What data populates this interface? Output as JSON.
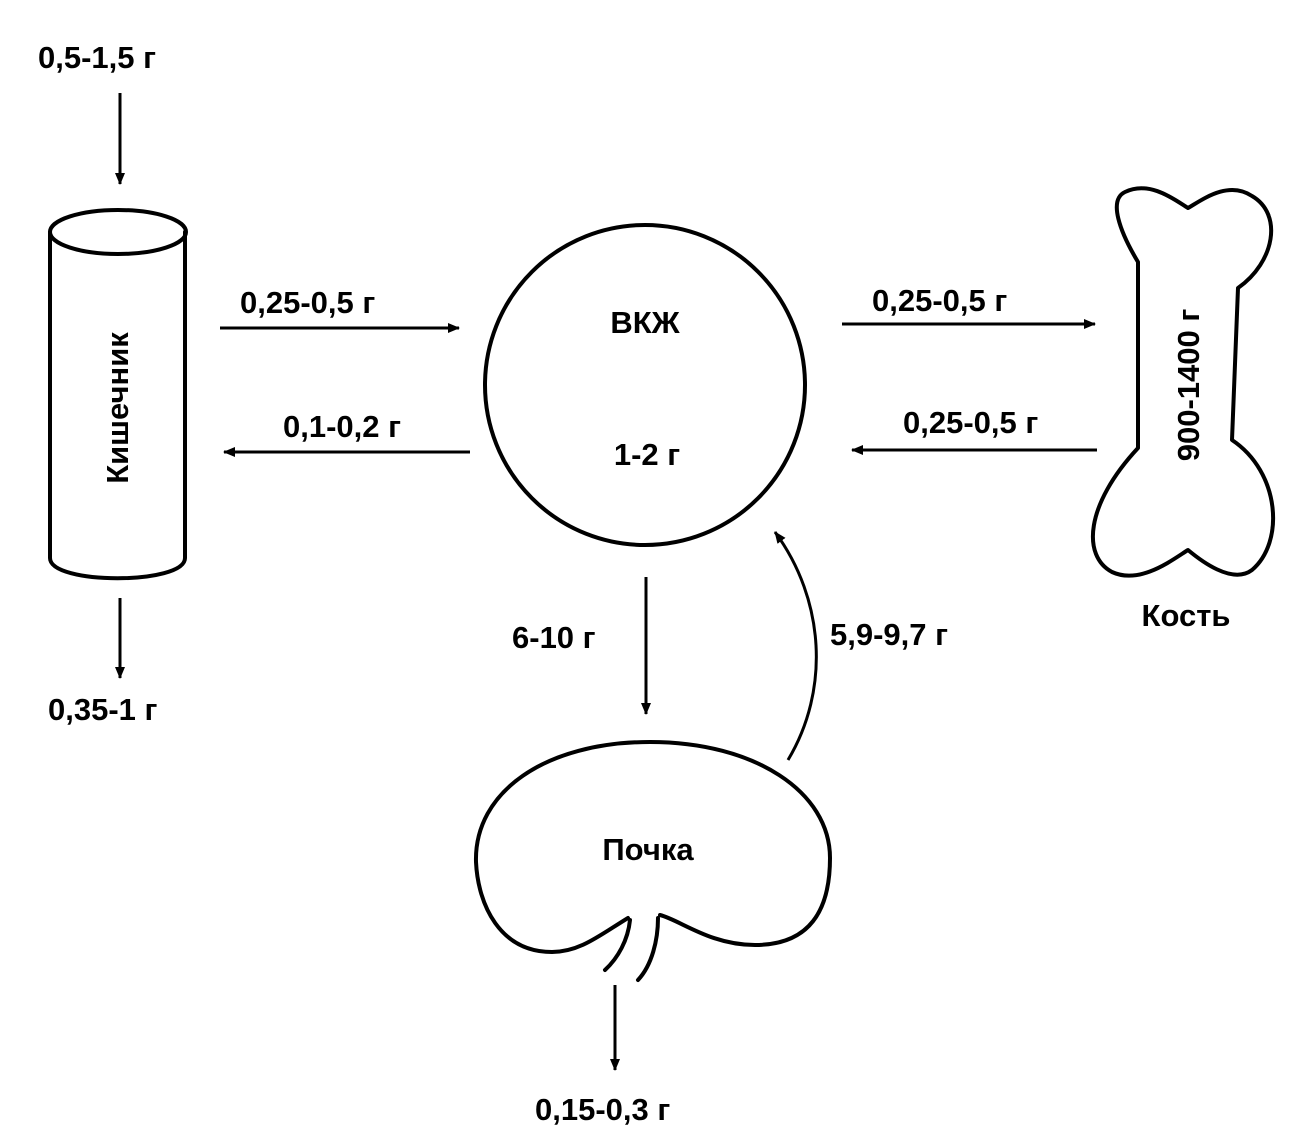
{
  "nodes": {
    "intestine": {
      "label": "Кишечник"
    },
    "ecf": {
      "label": "ВКЖ",
      "amount": "1-2 г"
    },
    "bone": {
      "label": "Кость",
      "amount": "900-1400 г"
    },
    "kidney": {
      "label": "Почка"
    }
  },
  "flows": {
    "intake": "0,5-1,5 г",
    "intestine_excretion": "0,35-1 г",
    "intestine_to_ecf": "0,25-0,5 г",
    "ecf_to_intestine": "0,1-0,2 г",
    "ecf_to_bone": "0,25-0,5 г",
    "bone_to_ecf": "0,25-0,5 г",
    "ecf_to_kidney": "6-10 г",
    "kidney_to_ecf": "5,9-9,7 г",
    "kidney_excretion": "0,15-0,3 г"
  }
}
